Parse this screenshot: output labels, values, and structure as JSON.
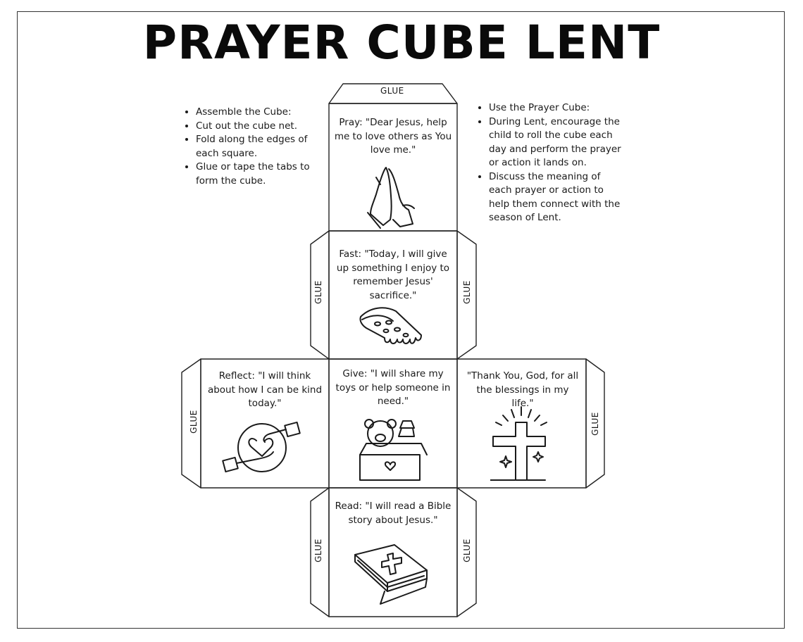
{
  "title": "PRAYER CUBE LENT",
  "left_notes": [
    "Assemble the Cube:",
    "Cut out the cube net.",
    "Fold along the edges of each square.",
    "Glue or tape the tabs to form the cube."
  ],
  "right_notes": [
    "Use the Prayer Cube:",
    "During Lent, encourage the child to roll the cube each day and perform the prayer or action it lands on.",
    "Discuss the meaning of each prayer or action to help them connect with the season of Lent."
  ],
  "glue_label": "GLUE",
  "faces": {
    "pray": "Pray: \"Dear Jesus, help me to love others as You love me.\"",
    "fast": "Fast: \"Today, I will give up something I enjoy to remember Jesus' sacrifice.\"",
    "reflect": "Reflect: \"I will think about how I can be kind today.\"",
    "give": "Give: \"I will share my toys or help someone in need.\"",
    "thank": "\"Thank You, God, for all the blessings in my life.\"",
    "read": "Read: \"I will read a Bible story about Jesus.\""
  },
  "icons": [
    "praying-hands-icon",
    "pizza-slice-icon",
    "heart-hands-icon",
    "toy-box-icon",
    "cross-icon",
    "bible-icon"
  ]
}
